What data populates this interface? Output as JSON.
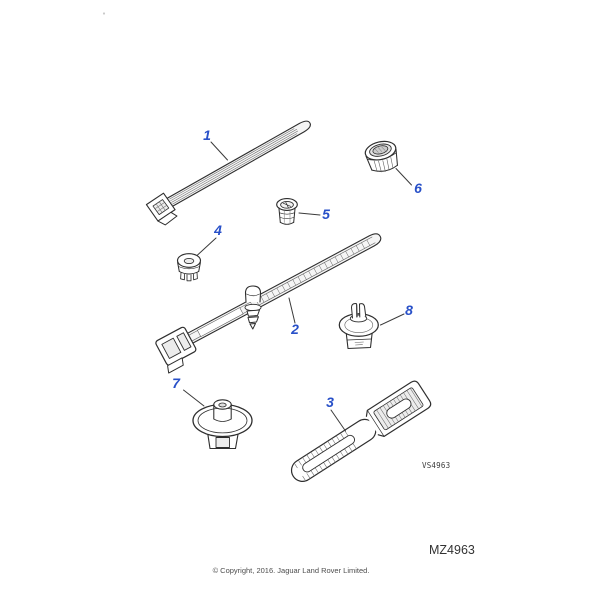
{
  "diagram": {
    "callouts": [
      "1",
      "2",
      "3",
      "4",
      "5",
      "6",
      "7",
      "8"
    ],
    "drawing_code": "VS4963",
    "figure_code": "MZ4963",
    "copyright": "© Copyright, 2016. Jaguar Land Rover Limited.",
    "colors": {
      "callout_blue": "#2850c8",
      "line_art": "#2e2e2e",
      "background": "#ffffff"
    }
  }
}
